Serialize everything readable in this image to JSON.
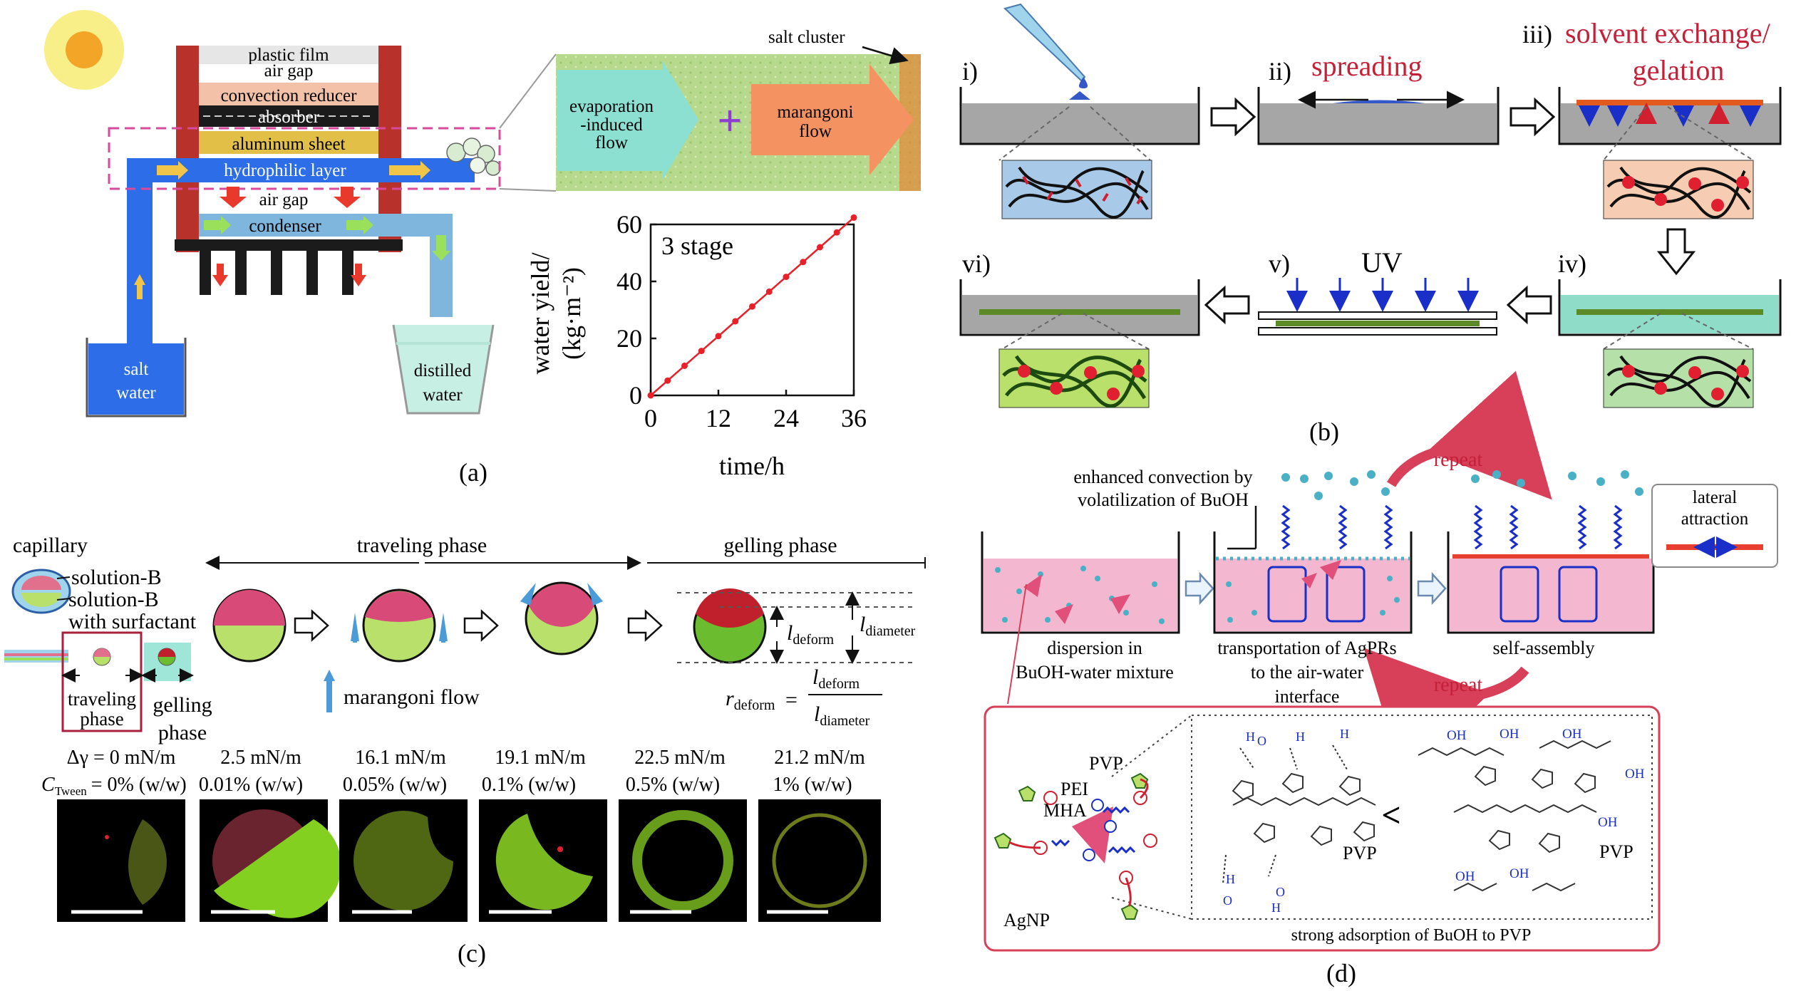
{
  "panel_a": {
    "caption": "(a)",
    "layers": {
      "plastic_film": "plastic film",
      "air_gap_top": "air gap",
      "convection_reducer": "convection reducer",
      "absorber": "absorber",
      "aluminum_sheet": "aluminum sheet",
      "hydrophilic_layer": "hydrophilic layer",
      "air_gap_bottom": "air gap",
      "condenser": "condenser"
    },
    "salt_water_line1": "salt",
    "salt_water_line2": "water",
    "distilled_line1": "distilled",
    "distilled_line2": "water",
    "salt_cluster": "salt cluster",
    "evap_line1": "evaporation",
    "evap_line2": "-induced",
    "evap_line3": "flow",
    "plus": "+",
    "marangoni_line1": "marangoni",
    "marangoni_line2": "flow"
  },
  "chart_data": {
    "type": "line",
    "annotation": "3 stage",
    "xlabel": "time/h",
    "ylabel_line1": "water yield/",
    "ylabel_line2": "(kg·m⁻²)",
    "x_ticks": [
      "0",
      "12",
      "24",
      "36"
    ],
    "y_ticks": [
      "0",
      "20",
      "40",
      "60"
    ],
    "xlim": [
      0,
      36
    ],
    "ylim": [
      0,
      60
    ],
    "grid": false,
    "color": "#e8202a",
    "x": [
      0,
      3,
      6,
      9,
      12,
      15,
      18,
      21,
      24,
      27,
      30,
      33,
      36
    ],
    "y": [
      0,
      5.2,
      10.4,
      15.6,
      20.8,
      26.0,
      31.2,
      36.4,
      41.6,
      46.8,
      52.0,
      57.2,
      62.4
    ]
  },
  "panel_b": {
    "caption": "(b)",
    "step_i": "i)",
    "step_ii": "ii)",
    "spreading": "spreading",
    "step_iii": "iii)",
    "solvent_exchange_line1": "solvent exchange/",
    "solvent_exchange_line2": "gelation",
    "step_iv": "iv)",
    "step_v": "v)",
    "uv": "UV",
    "step_vi": "vi)"
  },
  "panel_c": {
    "caption": "(c)",
    "capillary": "capillary",
    "solution_b": "solution-B",
    "solution_b_surf_line1": "solution-B",
    "solution_b_surf_line2": "with surfactant",
    "traveling_phase": "traveling phase",
    "gelling_phase": "gelling phase",
    "small_traveling_line1": "traveling",
    "small_traveling_line2": "phase",
    "small_gelling_line1": "gelling",
    "small_gelling_line2": "phase",
    "marangoni_flow": "marangoni flow",
    "l_deform": "l",
    "l_deform_sub": "deform",
    "l_diameter": "l",
    "l_diameter_sub": "diameter",
    "r_deform": "r",
    "r_deform_sub": "deform",
    "equals": "=",
    "delta_labels": [
      "Δγ = 0 mN/m",
      "2.5 mN/m",
      "16.1 mN/m",
      "19.1 mN/m",
      "22.5 mN/m",
      "21.2 mN/m"
    ],
    "ctween_prefix": "C",
    "ctween_sub": "Tween",
    "ctween_labels": [
      "= 0% (w/w)",
      "0.01% (w/w)",
      "0.05% (w/w)",
      "0.1% (w/w)",
      "0.5% (w/w)",
      "1% (w/w)"
    ]
  },
  "panel_d": {
    "caption": "(d)",
    "enhanced_line1": "enhanced convection by",
    "enhanced_line2": "volatilization of BuOH",
    "repeat_top": "repeat",
    "repeat_bottom": "repeat",
    "lateral_line1": "lateral",
    "lateral_line2": "attraction",
    "dispersion_line1": "dispersion in",
    "dispersion_line2": "BuOH-water mixture",
    "transport_line1": "transportation of AgPRs",
    "transport_line2": "to the air-water",
    "transport_line3": "interface",
    "self_assembly": "self-assembly",
    "pvp_top": "PVP",
    "pei": "PEI",
    "mha": "MHA",
    "agnp": "AgNP",
    "less_than": "<",
    "pvp_left": "PVP",
    "pvp_right": "PVP",
    "oh": "OH",
    "strong_adsorption": "strong adsorption of BuOH to PVP"
  }
}
